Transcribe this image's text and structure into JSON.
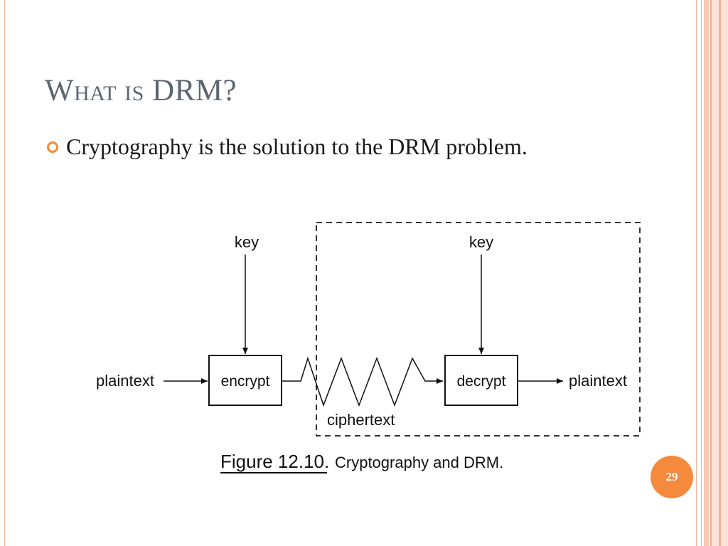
{
  "slide": {
    "title": "What is DRM?",
    "bullet": "Cryptography is the solution to the DRM problem.",
    "page_number": "29"
  },
  "figure": {
    "key_left": "key",
    "key_right": "key",
    "plaintext_in": "plaintext",
    "encrypt": "encrypt",
    "ciphertext": "ciphertext",
    "decrypt": "decrypt",
    "plaintext_out": "plaintext",
    "caption_label": "Figure 12.10.",
    "caption_text": "Cryptography and DRM."
  },
  "colors": {
    "title": "#5c6670",
    "bullet": "#f28a3c",
    "badge": "#f68a3c",
    "frame": "#f4a98e"
  }
}
